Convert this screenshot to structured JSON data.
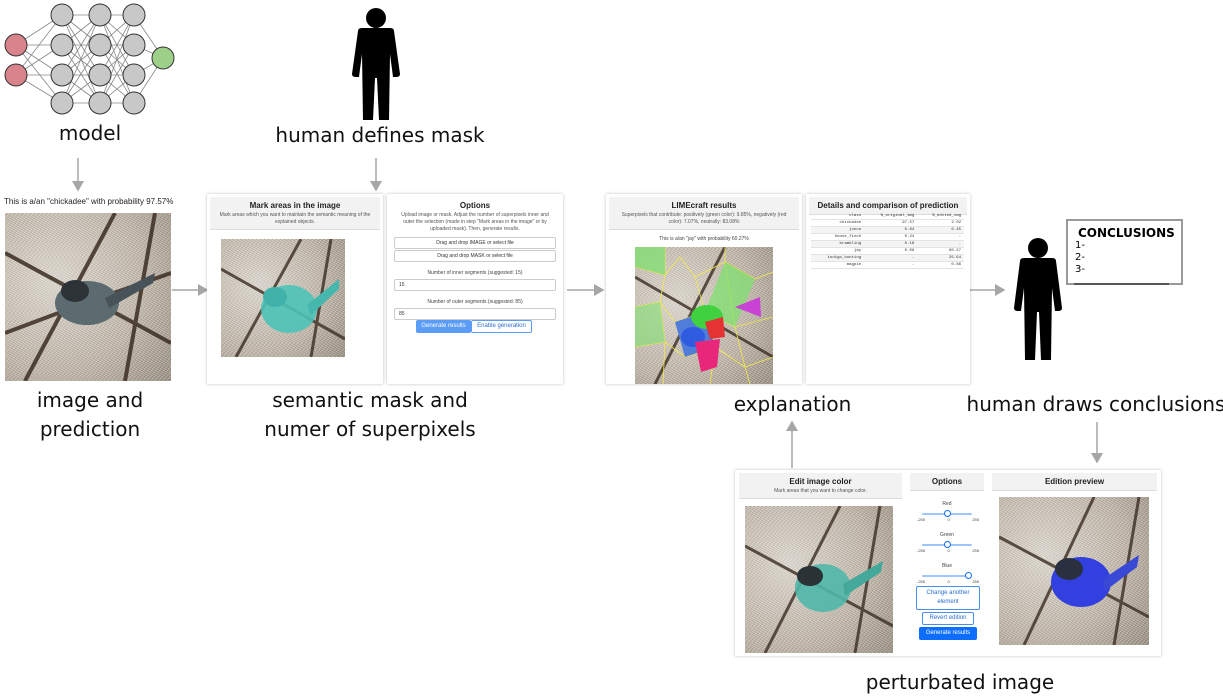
{
  "labels": {
    "model": "model",
    "human_mask": "human defines mask",
    "image_prediction_1": "image and",
    "image_prediction_2": "prediction",
    "semantic_1": "semantic mask and",
    "semantic_2": "numer of superpixels",
    "explanation": "explanation",
    "conclusions_human": "human draws conclusions",
    "perturbated": "perturbated image"
  },
  "prediction_text": "This is a/an \"chickadee\" with probability 97.57%",
  "mark_panel": {
    "title": "Mark areas in the image",
    "subtitle": "Mark areas which you want to maintain the semantic meaning of the explained objects."
  },
  "options_panel": {
    "title": "Options",
    "subtitle": "Upload image or mask. Adjust the number of superpixels inner and outer the selection (made in step \"Mark areas in the image\" or by uploaded mask). Then, generate results.",
    "drop_image": "Drag and drop IMAGE or select file",
    "drop_mask": "Drag and drop MASK or select file",
    "inner_label": "Number of inner segments (suggested: 15)",
    "inner_value": "15",
    "outer_label": "Number of outer segments (suggested: 85)",
    "outer_value": "85",
    "generate": "Generate results",
    "enable": "Enable generation"
  },
  "lime_panel": {
    "title": "LIMEcraft results",
    "subtitle": "Superpixels that contribute: positively (green color): 9.85%, negatively (red color): 7.07%, neutrally: 83.08%",
    "prediction": "This is a/an \"jay\" with probability 60.27%"
  },
  "details_panel": {
    "title": "Details and comparison of prediction",
    "headers": [
      "class",
      "%_original_img",
      "%_edited_img"
    ],
    "rows": [
      [
        "chickadee",
        "97.57",
        "2.02"
      ],
      [
        "junco",
        "0.64",
        "0.45"
      ],
      [
        "house_finch",
        "0.24",
        "-"
      ],
      [
        "brambling",
        "0.18",
        "-"
      ],
      [
        "jay",
        "0.08",
        "60.27"
      ],
      [
        "indigo_bunting",
        "-",
        "25.94"
      ],
      [
        "magpie",
        "-",
        "0.86"
      ]
    ]
  },
  "board": {
    "title": "CONCLUSIONS",
    "lines": [
      "1-",
      "2-",
      "3-"
    ]
  },
  "edit_panel": {
    "title": "Edit image color",
    "subtitle": "Mark areas that you want to change color.",
    "options_title": "Options",
    "red": "Red",
    "green": "Green",
    "blue": "Blue",
    "min": "-255",
    "mid": "0",
    "max": "255",
    "change_other": "Change another element",
    "revert": "Revert edition",
    "generate": "Generate results",
    "preview_title": "Edition preview"
  },
  "colors": {
    "input_neuron": "#d9848c",
    "hidden_neuron": "#c8c8c8",
    "output_neuron": "#9fd08a",
    "arrow": "#a6a6a6",
    "primary_button": "#0d6efd"
  }
}
